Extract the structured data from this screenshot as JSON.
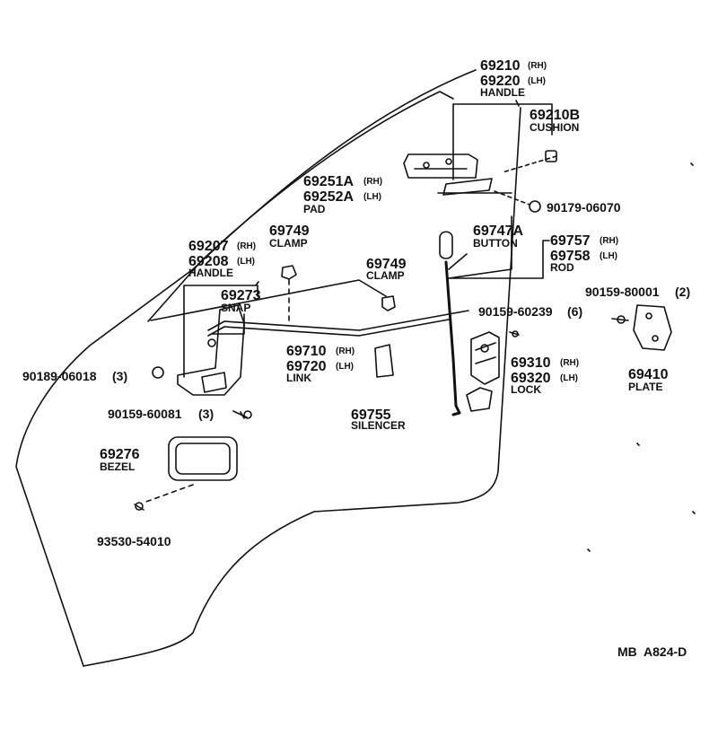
{
  "parts": {
    "handle_outer": {
      "rh": "69210",
      "rh_tag": "(RH)",
      "lh": "69220",
      "lh_tag": "(LH)",
      "name": "HANDLE"
    },
    "cushion": {
      "num": "69210B",
      "name": "CUSHION"
    },
    "pad": {
      "rh": "69251A",
      "rh_tag": "(RH)",
      "lh": "69252A",
      "lh_tag": "(LH)",
      "name": "PAD"
    },
    "nut_top": {
      "num": "90179-06070"
    },
    "clamp_upper": {
      "num": "69749",
      "name": "CLAMP"
    },
    "handle_inner": {
      "rh": "69207",
      "rh_tag": "(RH)",
      "lh": "69208",
      "lh_tag": "(LH)",
      "name": "HANDLE"
    },
    "button": {
      "num": "69747A",
      "name": "BUTTON"
    },
    "rod": {
      "rh": "69757",
      "rh_tag": "(RH)",
      "lh": "69758",
      "lh_tag": "(LH)",
      "name": "ROD"
    },
    "clamp_mid": {
      "num": "69749",
      "name": "CLAMP"
    },
    "snap": {
      "num": "69273",
      "name": "SNAP"
    },
    "screw_lock": {
      "num": "90159-60239",
      "qty": "(6)"
    },
    "screw_plate": {
      "num": "90159-80001",
      "qty": "(2)"
    },
    "link": {
      "rh": "69710",
      "rh_tag": "(RH)",
      "lh": "69720",
      "lh_tag": "(LH)",
      "name": "LINK"
    },
    "lock": {
      "rh": "69310",
      "rh_tag": "(RH)",
      "lh": "69320",
      "lh_tag": "(LH)",
      "name": "LOCK"
    },
    "plate": {
      "num": "69410",
      "name": "PLATE"
    },
    "nut_left": {
      "num": "90189-06018",
      "qty": "(3)"
    },
    "silencer": {
      "num": "69755",
      "name": "SILENCER"
    },
    "screw_handle": {
      "num": "90159-60081",
      "qty": "(3)"
    },
    "bezel": {
      "num": "69276",
      "name": "BEZEL"
    },
    "screw_bezel": {
      "num": "93530-54010"
    }
  },
  "footer": {
    "code": "MB  A824-D"
  }
}
